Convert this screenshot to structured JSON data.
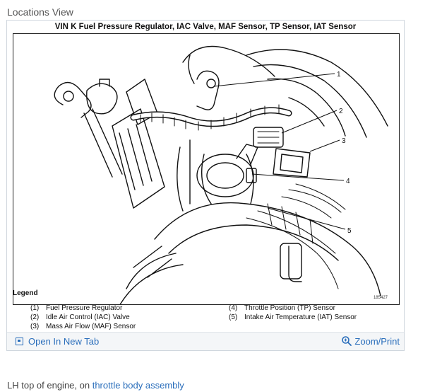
{
  "view_title": "Locations View",
  "figure": {
    "title": "VIN K Fuel Pressure Regulator, IAC Valve, MAF Sensor, TP Sensor, IAT Sensor",
    "code": "185427",
    "callouts": [
      "1",
      "2",
      "3",
      "4",
      "5"
    ]
  },
  "legend": {
    "heading": "Legend",
    "items": [
      {
        "num": "(1)",
        "label": "Fuel Pressure Regulator"
      },
      {
        "num": "(2)",
        "label": "Idle Air Control (IAC) Valve"
      },
      {
        "num": "(3)",
        "label": "Mass Air Flow (MAF) Sensor"
      },
      {
        "num": "(4)",
        "label": "Throttle Position (TP) Sensor"
      },
      {
        "num": "(5)",
        "label": "Intake Air Temperature (IAT) Sensor"
      }
    ]
  },
  "toolbar": {
    "open_label": "Open In New Tab",
    "zoom_label": "Zoom/Print",
    "open_icon": "open-in-new-tab-icon",
    "zoom_icon": "magnifier-icon"
  },
  "caption": {
    "prefix": "LH top of engine, on ",
    "link": "throttle body assembly"
  },
  "colors": {
    "link": "#2a6ebb",
    "border": "#cfd6dd"
  }
}
